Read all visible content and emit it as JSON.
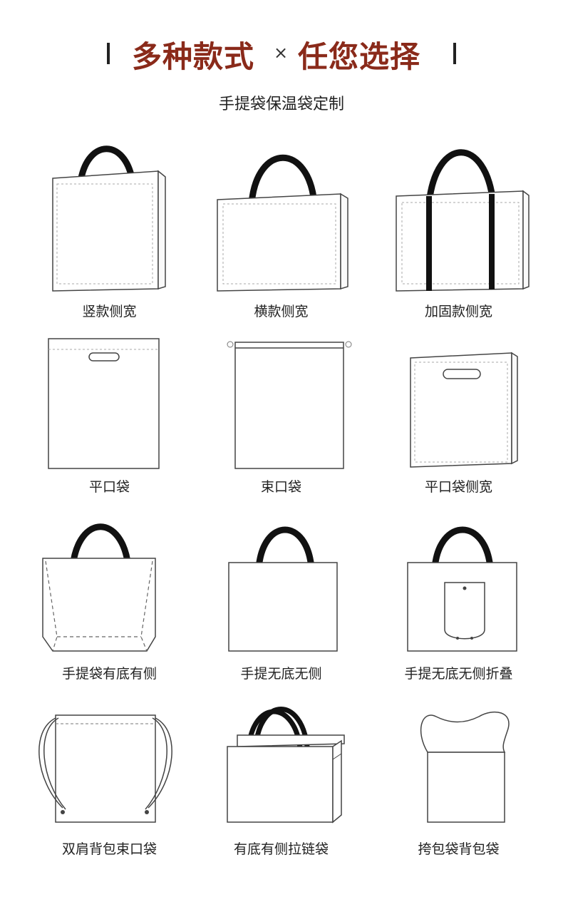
{
  "header": {
    "title_left": "多种款式",
    "title_sep": "×",
    "title_right": "任您选择",
    "subtitle": "手提袋保温袋定制"
  },
  "styles": [
    {
      "label": "竖款侧宽",
      "icon": "vertical-side-gusset-bag-icon"
    },
    {
      "label": "横款侧宽",
      "icon": "horizontal-side-gusset-bag-icon"
    },
    {
      "label": "加固款侧宽",
      "icon": "reinforced-side-gusset-bag-icon"
    },
    {
      "label": "平口袋",
      "icon": "flat-die-cut-bag-icon"
    },
    {
      "label": "束口袋",
      "icon": "drawstring-bag-icon"
    },
    {
      "label": "平口袋侧宽",
      "icon": "flat-bag-with-gusset-icon"
    },
    {
      "label": "手提袋有底有侧",
      "icon": "tote-with-bottom-and-side-icon"
    },
    {
      "label": "手提无底无侧",
      "icon": "tote-no-bottom-no-side-icon"
    },
    {
      "label": "手提无底无侧折叠",
      "icon": "foldable-tote-icon"
    },
    {
      "label": "双肩背包束口袋",
      "icon": "drawstring-backpack-icon"
    },
    {
      "label": "有底有侧拉链袋",
      "icon": "zipper-bag-icon"
    },
    {
      "label": "挎包袋背包袋",
      "icon": "vest-bag-icon"
    }
  ]
}
